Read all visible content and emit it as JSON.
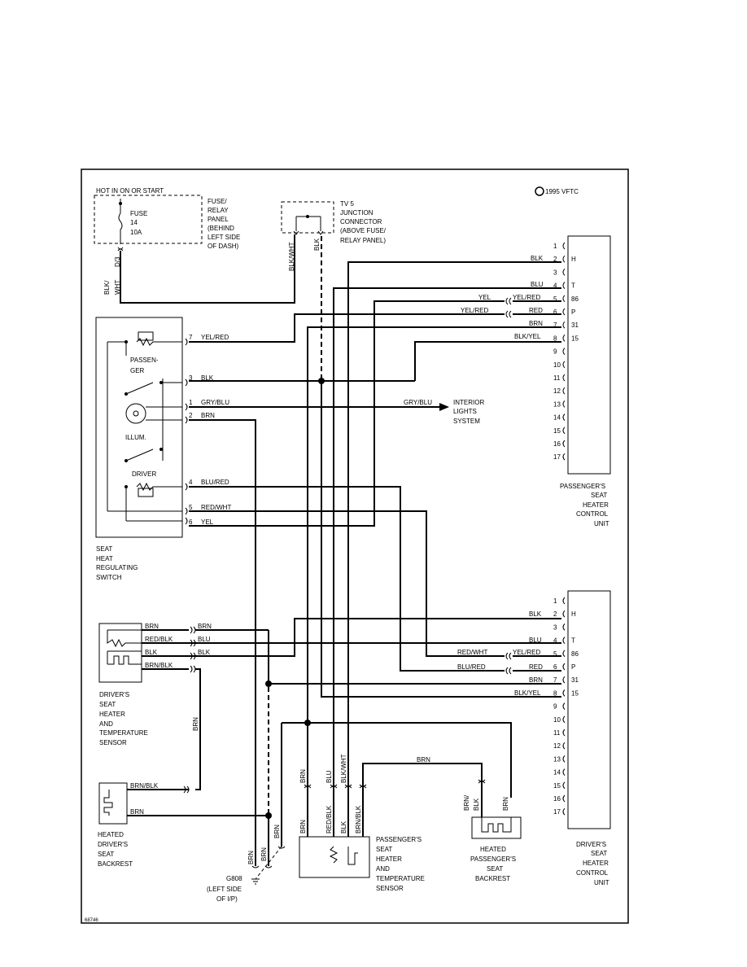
{
  "top": {
    "hot_label": "HOT IN ON OR START",
    "fuse": [
      "FUSE",
      "14",
      "10A"
    ],
    "fuse_panel": [
      "FUSE/",
      "RELAY",
      "PANEL",
      "(BEHIND",
      "LEFT SIDE",
      "OF DASH)"
    ],
    "fuse_pin": "D/3",
    "fuse_wire": [
      "BLK/",
      "WHT"
    ],
    "junction": [
      "TV 5",
      "JUNCTION",
      "CONNECTOR",
      "(ABOVE FUSE/",
      "RELAY PANEL)"
    ],
    "junction_wires": [
      "BLK/WHT",
      "BLK"
    ],
    "code": "1995 VFTC"
  },
  "switch": {
    "title": [
      "SEAT",
      "HEAT",
      "REGULATING",
      "SWITCH"
    ],
    "labels": [
      "PASSEN-",
      "GER",
      "ILLUM.",
      "DRIVER"
    ],
    "pins": [
      {
        "pin": "7",
        "color": "YEL/RED"
      },
      {
        "pin": "3",
        "color": "BLK"
      },
      {
        "pin": "1",
        "color": "GRY/BLU"
      },
      {
        "pin": "2",
        "color": "BRN"
      },
      {
        "pin": "4",
        "color": "BLU/RED"
      },
      {
        "pin": "5",
        "color": "RED/WHT"
      },
      {
        "pin": "6",
        "color": "YEL"
      }
    ]
  },
  "interior": {
    "wire": "GRY/BLU",
    "label": [
      "INTERIOR",
      "LIGHTS",
      "SYSTEM"
    ]
  },
  "pass_unit": {
    "title": [
      "PASSENGER'S",
      "SEAT",
      "HEATER",
      "CONTROL",
      "UNIT"
    ],
    "pins": [
      "1",
      "2",
      "3",
      "4",
      "5",
      "6",
      "7",
      "8",
      "9",
      "10",
      "11",
      "12",
      "13",
      "14",
      "15",
      "16",
      "17"
    ],
    "terms": [
      {
        "row": 2,
        "t": "H"
      },
      {
        "row": 4,
        "t": "T"
      },
      {
        "row": 5,
        "t": "86"
      },
      {
        "row": 6,
        "t": "P"
      },
      {
        "row": 7,
        "t": "31"
      },
      {
        "row": 8,
        "t": "15"
      }
    ],
    "wires": [
      {
        "row": 2,
        "color": "BLK"
      },
      {
        "row": 4,
        "color": "BLU"
      },
      {
        "row": 5,
        "color": "YEL/RED",
        "outer": "YEL"
      },
      {
        "row": 6,
        "color": "RED",
        "outer": "YEL/RED"
      },
      {
        "row": 7,
        "color": "BRN"
      },
      {
        "row": 8,
        "color": "BLK/YEL"
      }
    ]
  },
  "drv_unit": {
    "title": [
      "DRIVER'S",
      "SEAT",
      "HEATER",
      "CONTROL",
      "UNIT"
    ],
    "pins": [
      "1",
      "2",
      "3",
      "4",
      "5",
      "6",
      "7",
      "8",
      "9",
      "10",
      "11",
      "12",
      "13",
      "14",
      "15",
      "16",
      "17"
    ],
    "terms": [
      {
        "row": 2,
        "t": "H"
      },
      {
        "row": 4,
        "t": "T"
      },
      {
        "row": 5,
        "t": "86"
      },
      {
        "row": 6,
        "t": "P"
      },
      {
        "row": 7,
        "t": "31"
      },
      {
        "row": 8,
        "t": "15"
      }
    ],
    "wires": [
      {
        "row": 2,
        "color": "BLK"
      },
      {
        "row": 4,
        "color": "BLU"
      },
      {
        "row": 5,
        "color": "YEL/RED",
        "outer": "RED/WHT"
      },
      {
        "row": 6,
        "color": "RED",
        "outer": "BLU/RED"
      },
      {
        "row": 7,
        "color": "BRN"
      },
      {
        "row": 8,
        "color": "BLK/YEL"
      }
    ]
  },
  "drv_sensor": {
    "title": [
      "DRIVER'S",
      "SEAT",
      "HEATER",
      "AND",
      "TEMPERATURE",
      "SENSOR"
    ],
    "wires_left": [
      "BRN",
      "RED/BLK",
      "BLK",
      "BRN/BLK"
    ],
    "wires_right": [
      "BRN",
      "BLU",
      "BLK"
    ],
    "vertical": "BRN"
  },
  "drv_backrest": {
    "title": [
      "HEATED",
      "DRIVER'S",
      "SEAT",
      "BACKREST"
    ],
    "wires": [
      "BRN/BLK",
      "BRN"
    ]
  },
  "ground": {
    "label": [
      "G808",
      "(LEFT SIDE",
      "OF I/P)"
    ],
    "wires": [
      "BRN",
      "BRN",
      "BRN"
    ]
  },
  "pass_sensor": {
    "title": [
      "PASSENGER'S",
      "SEAT",
      "HEATER",
      "AND",
      "TEMPERATURE",
      "SENSOR"
    ],
    "wires_top": [
      "BRN",
      "BLU",
      "BLK/WHT"
    ],
    "wires_bottom": [
      "BRN",
      "RED/BLK",
      "BLK",
      "BRN/BLK"
    ]
  },
  "pass_backrest": {
    "title": [
      "HEATED",
      "PASSENGER'S",
      "SEAT",
      "BACKREST"
    ],
    "wires": [
      "BRN/",
      "BLK",
      "BRN"
    ],
    "top_wire": "BRN"
  },
  "figure_id": "68746"
}
